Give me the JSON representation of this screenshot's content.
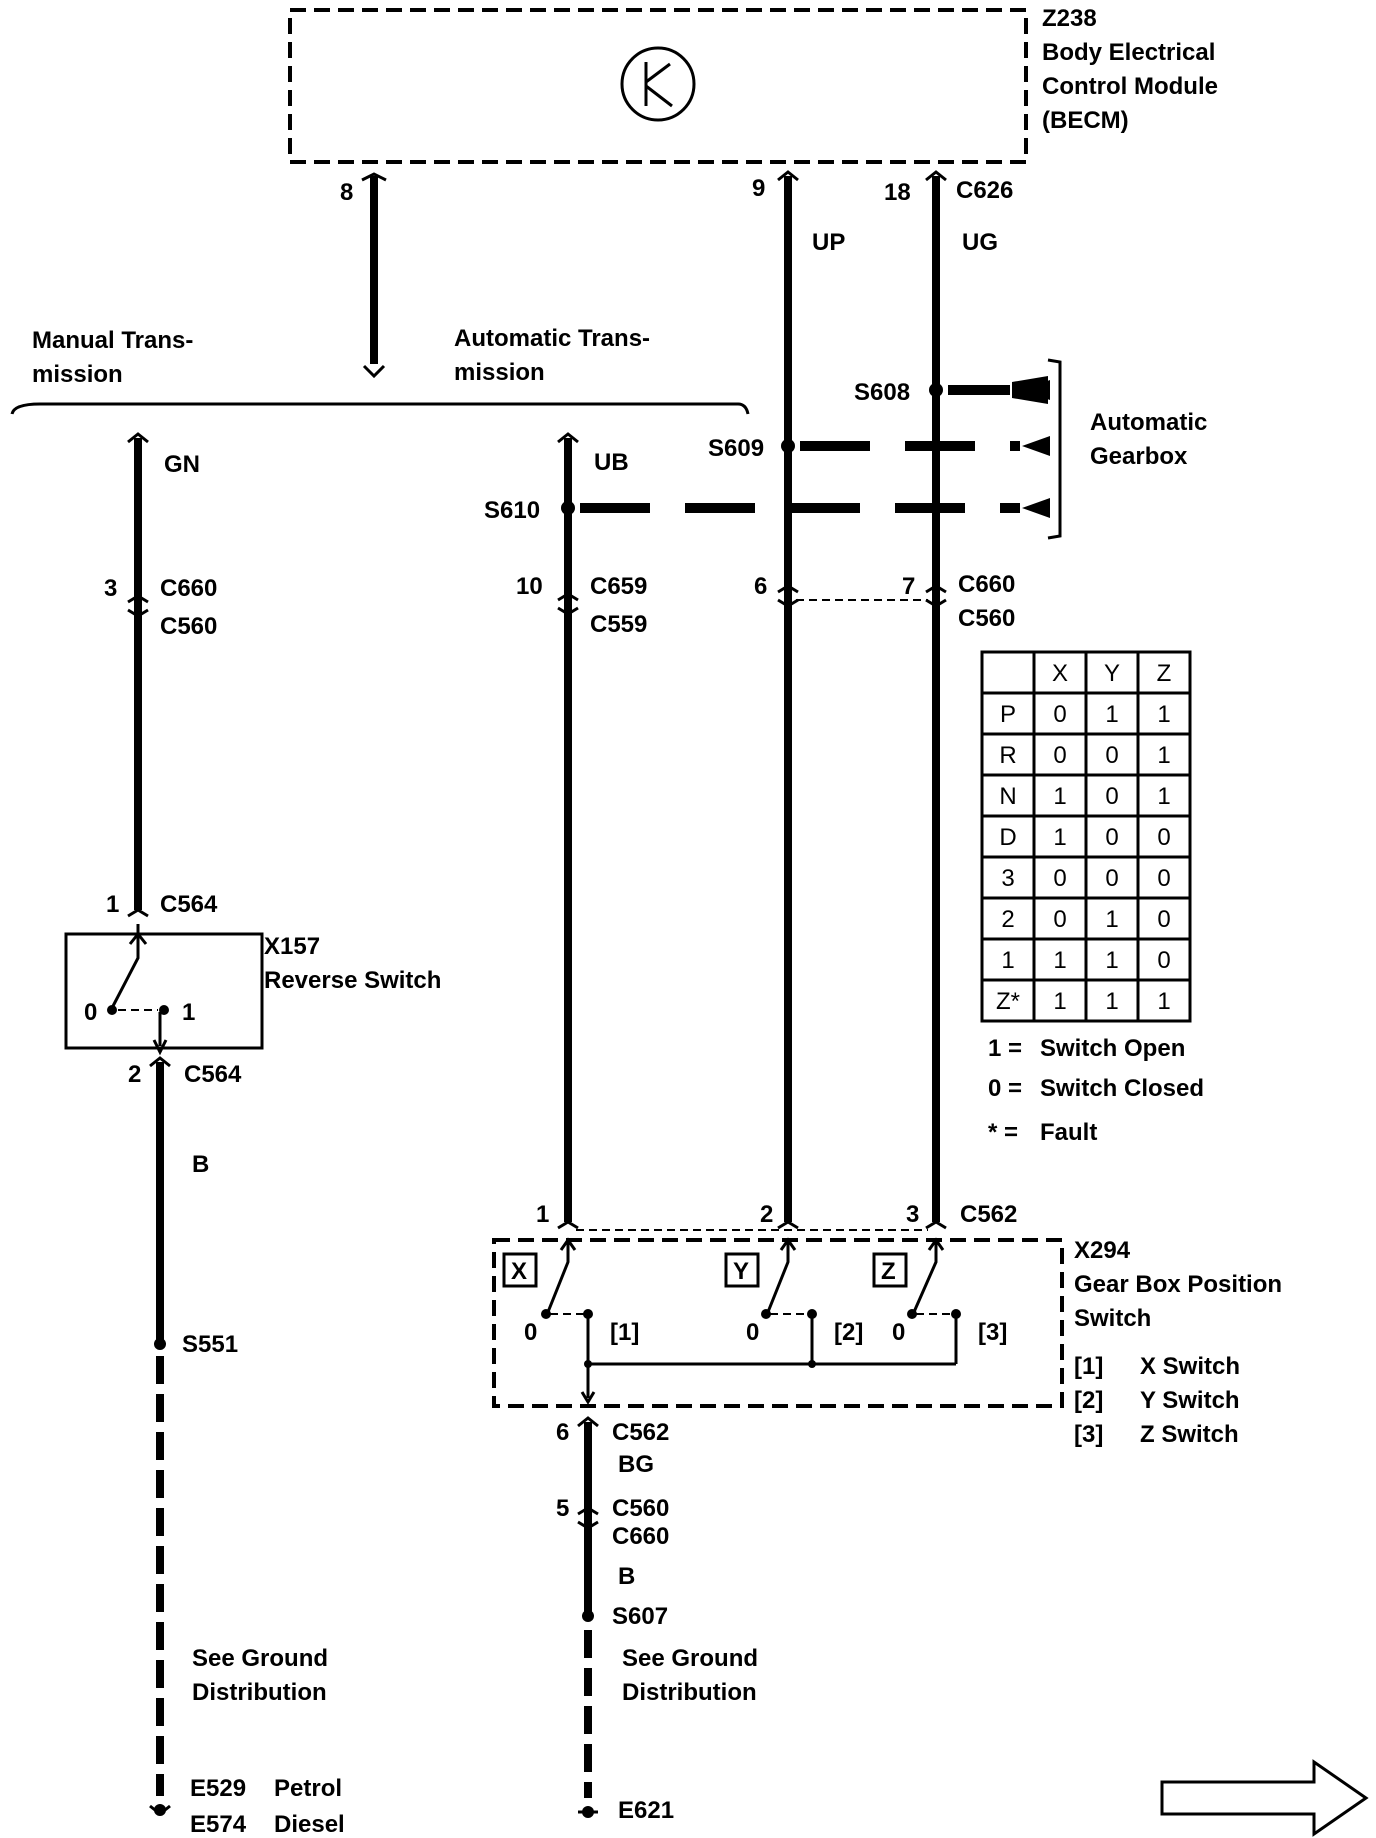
{
  "module": {
    "id": "Z238",
    "name": [
      "Body Electrical",
      "Control Module",
      "(BECM)"
    ]
  },
  "module_pins": {
    "pin8": "8",
    "pin9": "9",
    "pin18": "18",
    "connector": "C626"
  },
  "wires": {
    "up": "UP",
    "ug": "UG",
    "gn": "GN",
    "ub": "UB",
    "b1": "B",
    "bg": "BG",
    "b2": "B"
  },
  "branches": {
    "manual": [
      "Manual Trans-",
      "mission"
    ],
    "automatic": [
      "Automatic Trans-",
      "mission"
    ]
  },
  "splices": {
    "s608": "S608",
    "s609": "S609",
    "s610": "S610",
    "s551": "S551",
    "s607": "S607"
  },
  "gearbox_label": [
    "Automatic",
    "Gearbox"
  ],
  "connectors": {
    "c660_left": {
      "pin": "3",
      "a": "C660",
      "b": "C560"
    },
    "c659": {
      "pin": "10",
      "a": "C659",
      "b": "C559"
    },
    "c660_right": {
      "pin6": "6",
      "pin7": "7",
      "a": "C660",
      "b": "C560"
    },
    "c564_top": {
      "pin": "1",
      "name": "C564"
    },
    "c564_bottom": {
      "pin": "2",
      "name": "C564"
    },
    "c562_top": {
      "pin1": "1",
      "pin2": "2",
      "pin3": "3",
      "name": "C562"
    },
    "c562_bottom": {
      "pin": "6",
      "name": "C562"
    },
    "c560_bottom": {
      "pin": "5",
      "a": "C560",
      "b": "C660"
    }
  },
  "reverse_switch": {
    "id": "X157",
    "name": "Reverse Switch",
    "pos0": "0",
    "pos1": "1"
  },
  "gearbox_switch": {
    "id": "X294",
    "name": [
      "Gear Box Position",
      "Switch"
    ],
    "switches": [
      "X",
      "Y",
      "Z"
    ],
    "zero": "0",
    "refs": [
      "[1]",
      "[2]",
      "[3]"
    ],
    "legend": [
      {
        "ref": "[1]",
        "text": "X Switch"
      },
      {
        "ref": "[2]",
        "text": "Y Switch"
      },
      {
        "ref": "[3]",
        "text": "Z Switch"
      }
    ]
  },
  "truth_table": {
    "headers": [
      "",
      "X",
      "Y",
      "Z"
    ],
    "rows": [
      [
        "P",
        "0",
        "1",
        "1"
      ],
      [
        "R",
        "0",
        "0",
        "1"
      ],
      [
        "N",
        "1",
        "0",
        "1"
      ],
      [
        "D",
        "1",
        "0",
        "0"
      ],
      [
        "3",
        "0",
        "0",
        "0"
      ],
      [
        "2",
        "0",
        "1",
        "0"
      ],
      [
        "1",
        "1",
        "1",
        "0"
      ],
      [
        "Z*",
        "1",
        "1",
        "1"
      ]
    ]
  },
  "table_legend": [
    {
      "sym": "1 =",
      "text": "Switch Open"
    },
    {
      "sym": "0 =",
      "text": "Switch Closed"
    },
    {
      "sym": "* =",
      "text": "Fault"
    }
  ],
  "ground_note": [
    "See Ground",
    "Distribution"
  ],
  "grounds": {
    "left": [
      {
        "id": "E529",
        "note": "Petrol"
      },
      {
        "id": "E574",
        "note": "Diesel"
      }
    ],
    "right": "E621"
  }
}
